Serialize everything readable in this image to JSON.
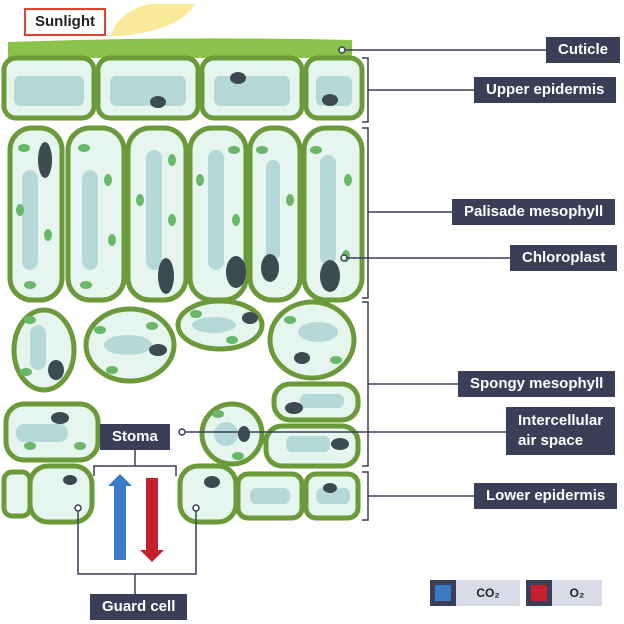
{
  "labels": {
    "sunlight": "Sunlight",
    "cuticle": "Cuticle",
    "upper_epidermis": "Upper epidermis",
    "palisade_mesophyll": "Palisade mesophyll",
    "chloroplast": "Chloroplast",
    "spongy_mesophyll": "Spongy mesophyll",
    "intercellular_air_space": [
      "Intercellular",
      "air space"
    ],
    "lower_epidermis": "Lower epidermis",
    "stoma": "Stoma",
    "guard_cell": "Guard cell"
  },
  "legend": [
    {
      "label": "CO₂",
      "color": "#3a79c4"
    },
    {
      "label": "O₂",
      "color": "#c6202f"
    }
  ],
  "colors": {
    "cell_wall": "#6a9a3a",
    "cell_fill": "#e6f6ee",
    "vacuole": "#b4d9d8",
    "chloroplast": "#69b86a",
    "nucleus": "#3e4a52",
    "cuticle": "#8bc34a",
    "label_bg": "#3b3e57",
    "sunlight_border": "#e0432c"
  }
}
